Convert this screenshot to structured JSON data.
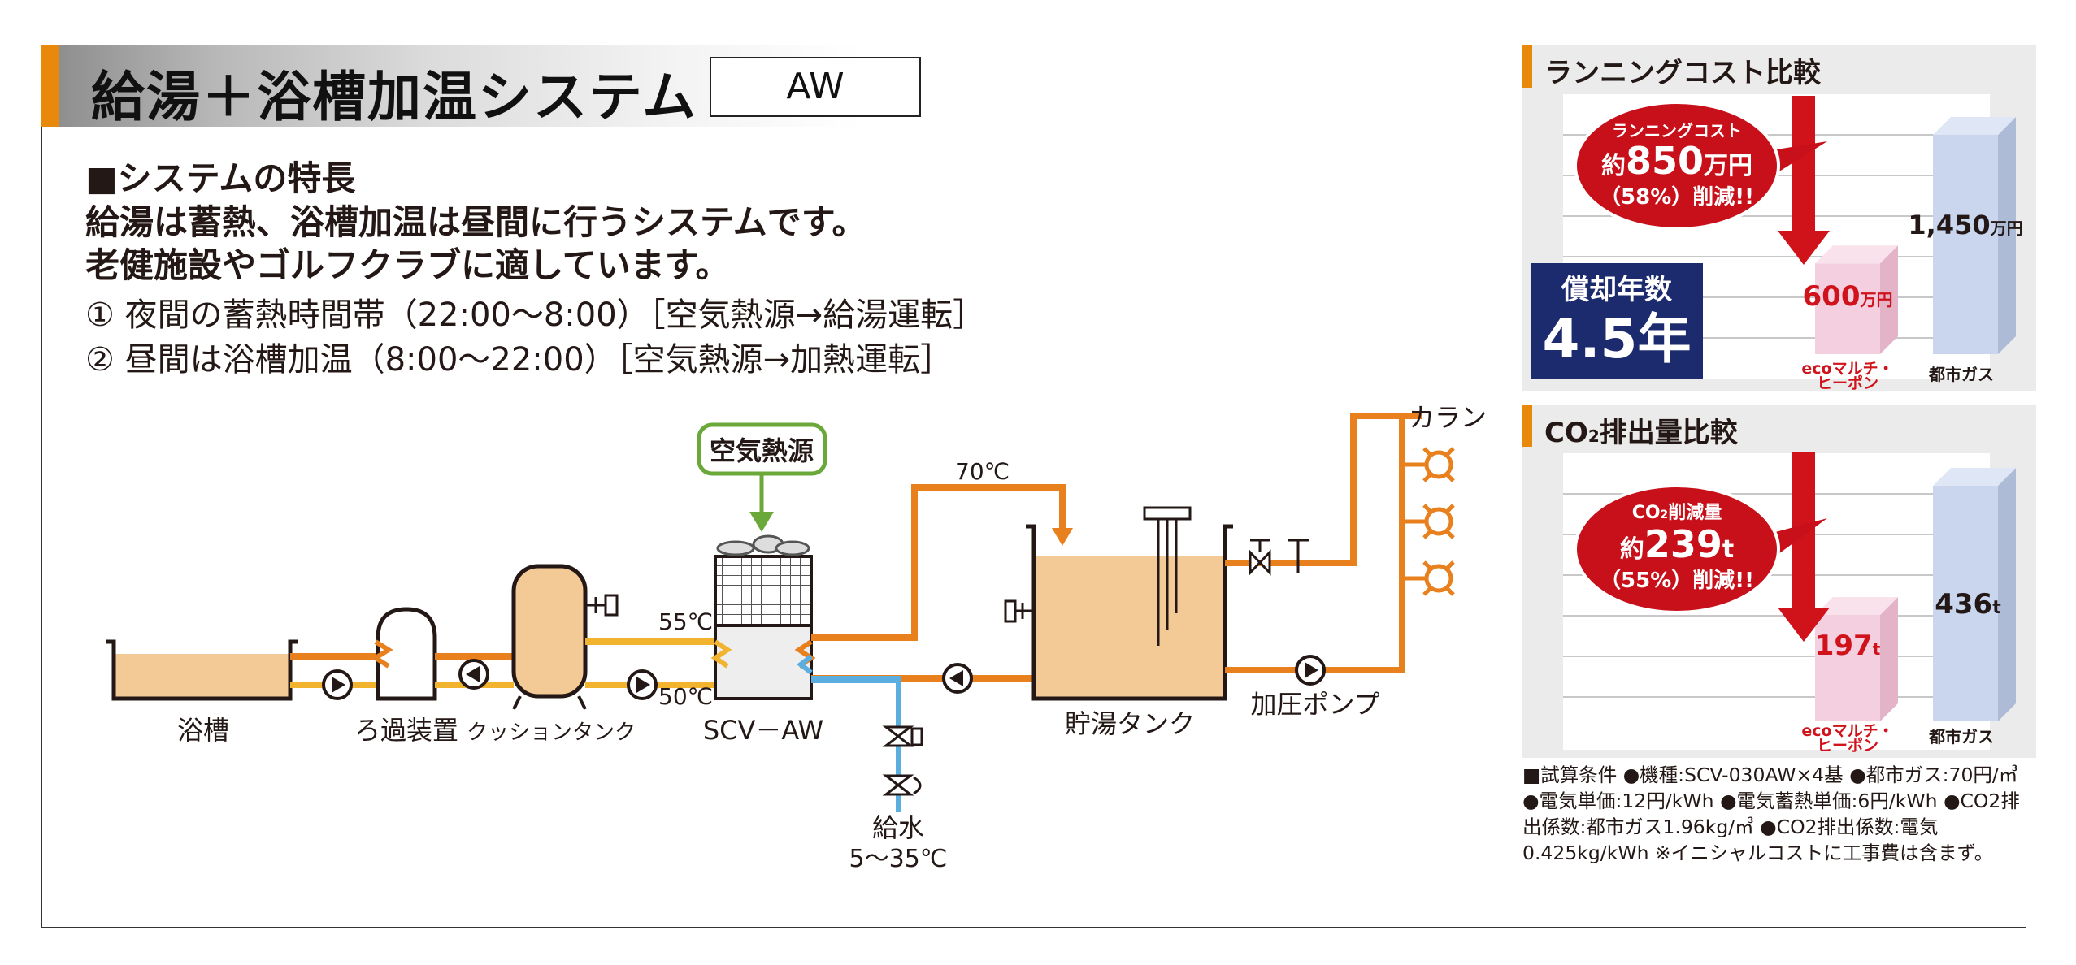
{
  "header": {
    "title": "給湯＋浴槽加温システム",
    "model": "AW"
  },
  "features": {
    "heading": "■システムの特長",
    "lines": [
      "給湯は蓄熱、浴槽加温は昼間に行うシステムです。",
      "老健施設やゴルフクラブに適しています。"
    ],
    "steps": [
      "① 夜間の蓄熱時間帯（22:00〜8:00）［空気熱源→給湯運転］",
      "② 昼間は浴槽加温（8:00〜22:00）［空気熱源→加熱運転］"
    ]
  },
  "diagram": {
    "air_source_label": "空気熱源",
    "temp_70": "70℃",
    "temp_55": "55℃",
    "temp_50": "50℃",
    "bath": "浴槽",
    "filter": "ろ過装置",
    "cushion_tank": "クッションタンク",
    "heat_pump": "SCV－AW",
    "storage_tank": "貯湯タンク",
    "booster_pump": "加圧ポンプ",
    "faucet": "カラン",
    "water_supply": "給水",
    "water_supply_temp": "5〜35℃",
    "colors": {
      "hot_pipe": "#e8801e",
      "warm_pipe": "#f2b32e",
      "cold_pipe": "#5aaee0",
      "water": "#f3c996",
      "air_green": "#6aa83a"
    }
  },
  "cost_panel": {
    "title": "ランニングコスト比較",
    "bubble_line1": "ランニングコスト",
    "bubble_prefix": "約",
    "bubble_value": "850",
    "bubble_unit": "万円",
    "bubble_line3": "（58%）削減!!",
    "payback_label": "償却年数",
    "payback_value": "4.5年",
    "eco_value": "600",
    "eco_unit": "万円",
    "gas_value": "1,450",
    "gas_unit": "万円",
    "eco_label_line1": "ecoマルチ・",
    "eco_label_line2": "ヒーポン",
    "gas_label": "都市ガス"
  },
  "co2_panel": {
    "title_pre": "CO",
    "title_sub": "2",
    "title_post": "排出量比較",
    "bubble_line1_pre": "CO",
    "bubble_line1_sub": "2",
    "bubble_line1_post": "削減量",
    "bubble_prefix": "約",
    "bubble_value": "239",
    "bubble_unit": "t",
    "bubble_line3": "（55%）削減!!",
    "eco_value": "197",
    "eco_unit": "t",
    "gas_value": "436",
    "gas_unit": "t",
    "eco_label_line1": "ecoマルチ・",
    "eco_label_line2": "ヒーポン",
    "gas_label": "都市ガス"
  },
  "chart_data": [
    {
      "type": "bar",
      "title": "ランニングコスト比較",
      "categories": [
        "ecoマルチ・ヒーポン",
        "都市ガス"
      ],
      "values": [
        600,
        1450
      ],
      "unit": "万円"
    },
    {
      "type": "bar",
      "title": "CO2排出量比較",
      "categories": [
        "ecoマルチ・ヒーポン",
        "都市ガス"
      ],
      "values": [
        197,
        436
      ],
      "unit": "t"
    }
  ],
  "footnote": "■試算条件 ●機種:SCV-030AW×4基 ●都市ガス:70円/㎥ ●電気単価:12円/kWh ●電気蓄熱単価:6円/kWh ●CO2排出係数:都市ガス1.96kg/㎥ ●CO2排出係数:電気0.425kg/kWh ※イニシャルコストに工事費は含まず。"
}
